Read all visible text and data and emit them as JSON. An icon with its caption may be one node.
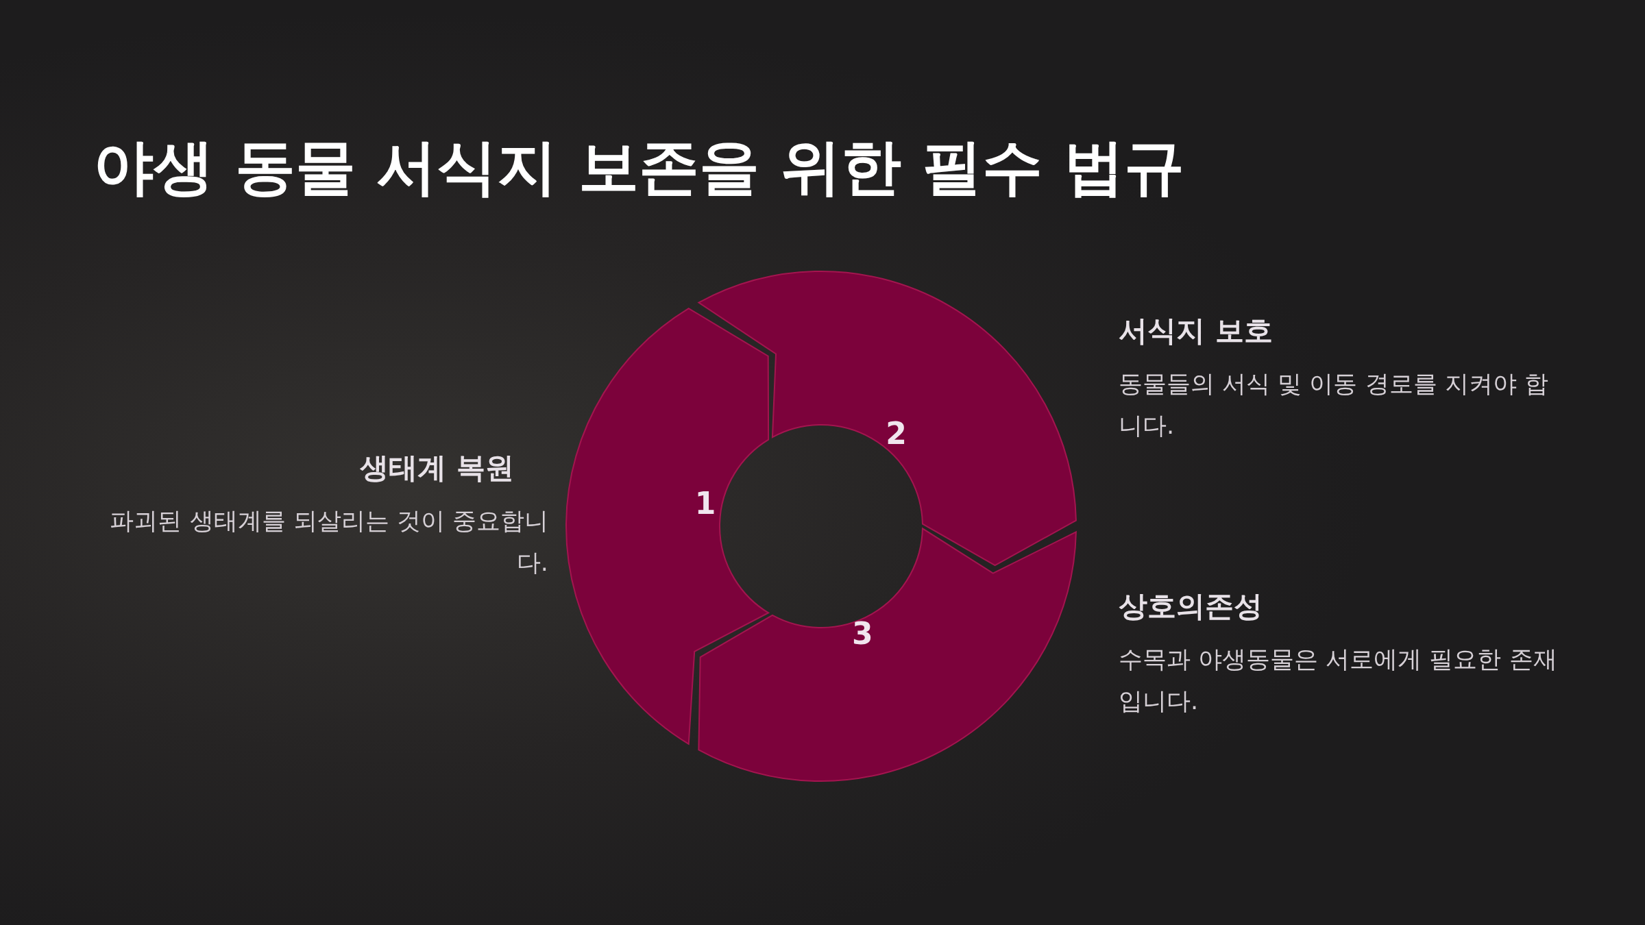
{
  "diagram": {
    "title": "야생 동물 서식지 보존을 위한 필수 법규",
    "nodes": [
      {
        "text": [
          "1"
        ],
        "beside": [
          "생태계 복원",
          "파괴된 생태계를 되살리는 것이 중요합니다."
        ]
      },
      {
        "text": [
          "2"
        ],
        "beside": [
          "서식지 보호",
          "동물들의 서식 및 이동 경로를 지켜야 합니다."
        ]
      },
      {
        "text": [
          "3"
        ],
        "beside": [
          "상호의존성",
          "수목과 야생동물은 서로에게 필요한 존재입니다."
        ]
      }
    ]
  }
}
